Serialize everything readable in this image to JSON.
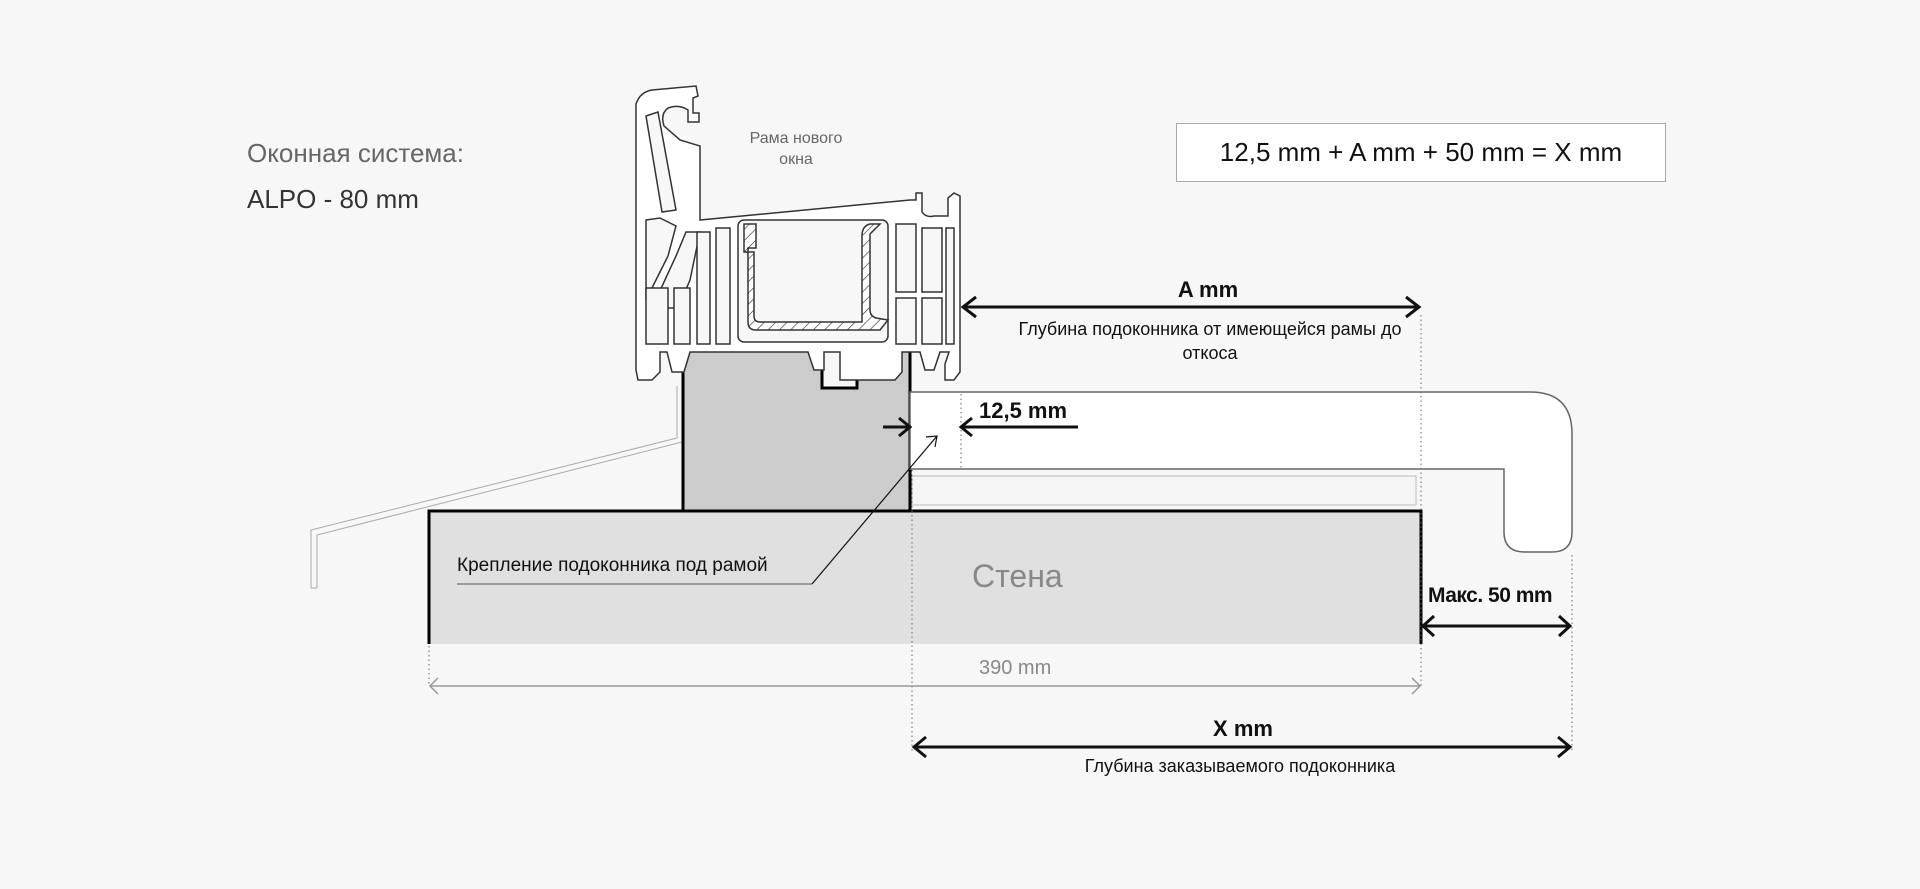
{
  "window_system": {
    "title": "Оконная система:",
    "value": "ALPO - 80 mm"
  },
  "frame": {
    "label": "Рама нового окна"
  },
  "formula": "12,5 mm + A mm + 50 mm = X mm",
  "dimensions": {
    "a": {
      "title": "A mm",
      "description": "Глубина подоконника от имеющейся рамы до откоса"
    },
    "gap": {
      "title": "12,5 mm"
    },
    "overhang": {
      "title": "Макс. 50 mm"
    },
    "wall_depth": {
      "title": "390 mm"
    },
    "x": {
      "title": "X mm",
      "description": "Глубина заказываемого подоконника"
    }
  },
  "labels": {
    "mounting": "Крепление подоконника под рамой",
    "wall": "Стена"
  },
  "colors": {
    "background": "#f7f7f7",
    "wall_fill": "#e0e0e0",
    "support_block_fill": "#cccccc",
    "sill_fill": "#ffffff",
    "line": "#111111",
    "muted_text": "#888888"
  }
}
